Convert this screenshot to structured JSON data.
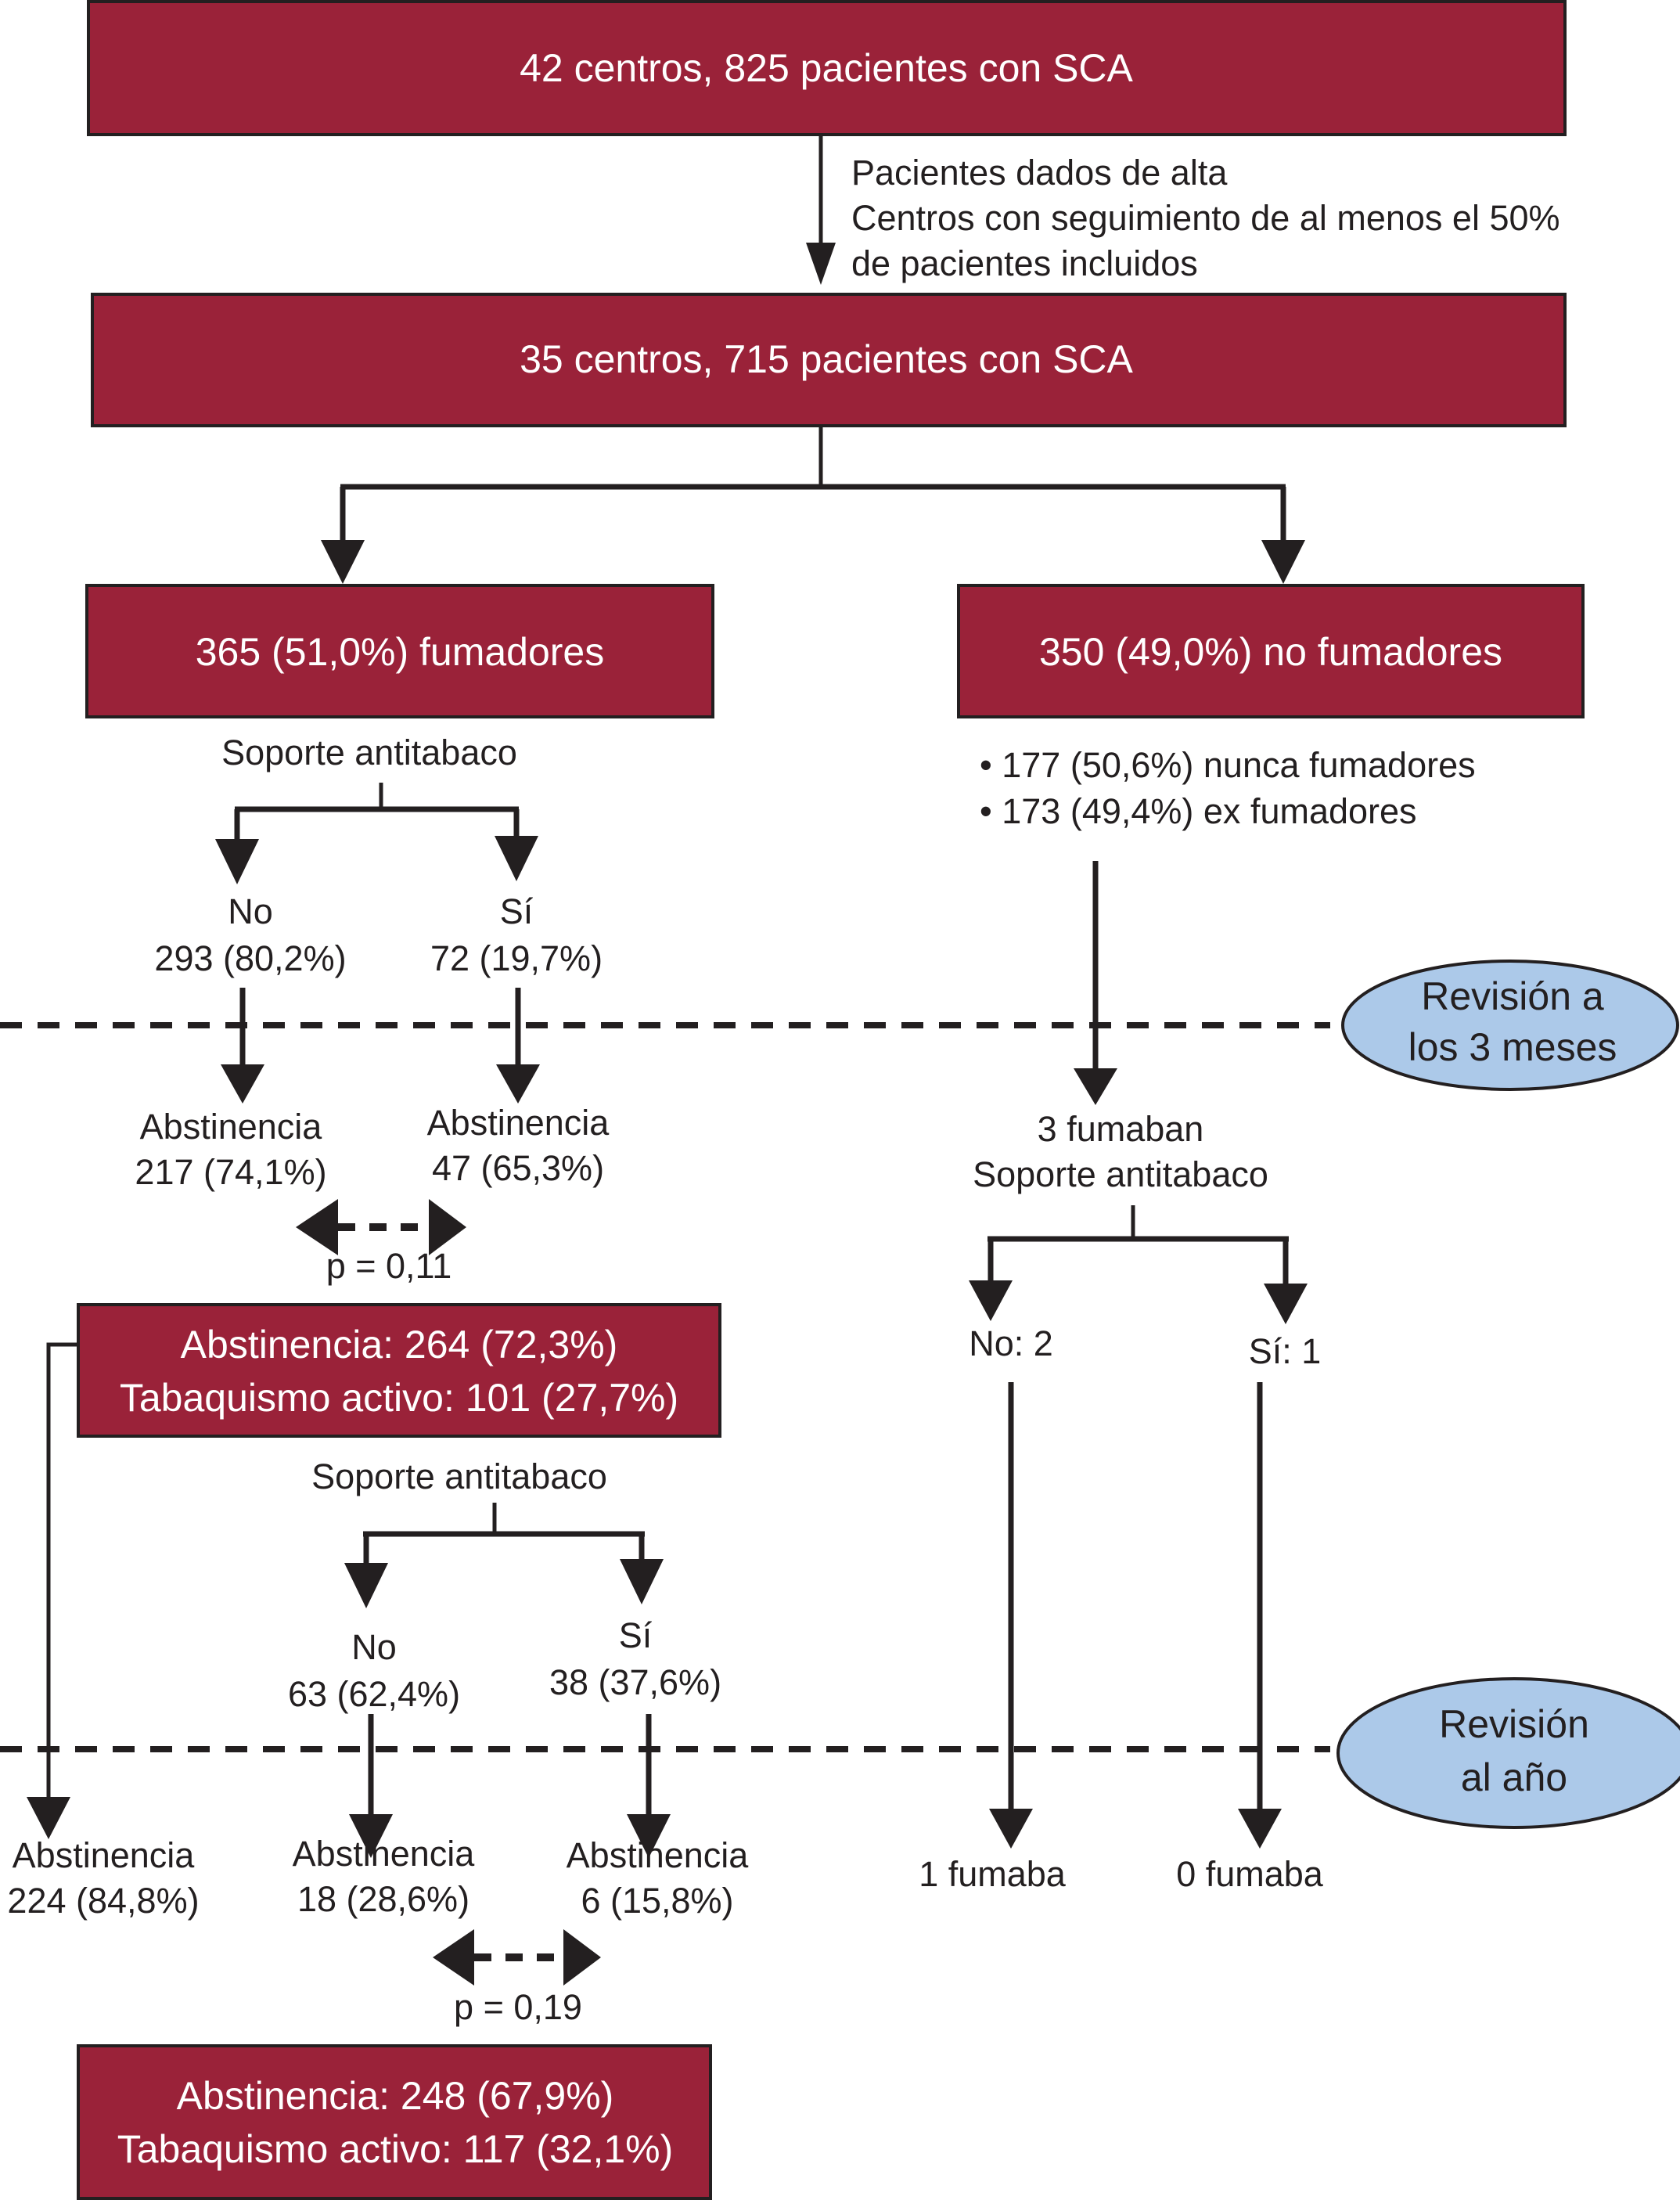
{
  "colors": {
    "box_fill": "#9a2239",
    "oval_fill": "#acc9e9",
    "ink": "#231f20"
  },
  "top": {
    "box1": "42 centros, 825 pacientes con SCA",
    "criteria": [
      "Pacientes dados de alta",
      "Centros con seguimiento de al menos el 50%",
      "de pacientes incluidos"
    ],
    "box2": "35 centros, 715 pacientes con SCA"
  },
  "smokers": {
    "box": "365 (51,0%) fumadores",
    "support_label": "Soporte antitabaco",
    "no": {
      "label": "No",
      "value": "293 (80,2%)"
    },
    "si": {
      "label": "Sí",
      "value": "72 (19,7%)"
    },
    "no_abst": {
      "label": "Abstinencia",
      "value": "217 (74,1%)"
    },
    "si_abst": {
      "label": "Abstinencia",
      "value": "47 (65,3%)"
    },
    "p_3m": "p = 0,11",
    "summary_3m": {
      "line1": "Abstinencia: 264 (72,3%)",
      "line2": "Tabaquismo activo: 101 (27,7%)"
    },
    "support_label_2": "Soporte antitabaco",
    "no2": {
      "label": "No",
      "value": "63 (62,4%)"
    },
    "si2": {
      "label": "Sí",
      "value": "38 (37,6%)"
    },
    "abst_carry": {
      "label": "Abstinencia",
      "value": "224 (84,8%)"
    },
    "no2_abst": {
      "label": "Abstinencia",
      "value": "18 (28,6%)"
    },
    "si2_abst": {
      "label": "Abstinencia",
      "value": "6 (15,8%)"
    },
    "p_1y": "p = 0,19",
    "summary_1y": {
      "line1": "Abstinencia: 248 (67,9%)",
      "line2": "Tabaquismo activo: 117 (32,1%)"
    }
  },
  "nonsmokers": {
    "box": "350 (49,0%) no fumadores",
    "bullets": [
      "• 177 (50,6%) nunca fumadores",
      "• 173 (49,4%) ex fumadores"
    ],
    "smoked_3m": "3 fumaban",
    "support_label": "Soporte antitabaco",
    "no": "No: 2",
    "si": "Sí: 1",
    "no_1y": "1 fumaba",
    "si_1y": "0 fumaba"
  },
  "milestones": {
    "m3": [
      "Revisión a",
      "los 3 meses"
    ],
    "y1": [
      "Revisión",
      "al año"
    ]
  }
}
